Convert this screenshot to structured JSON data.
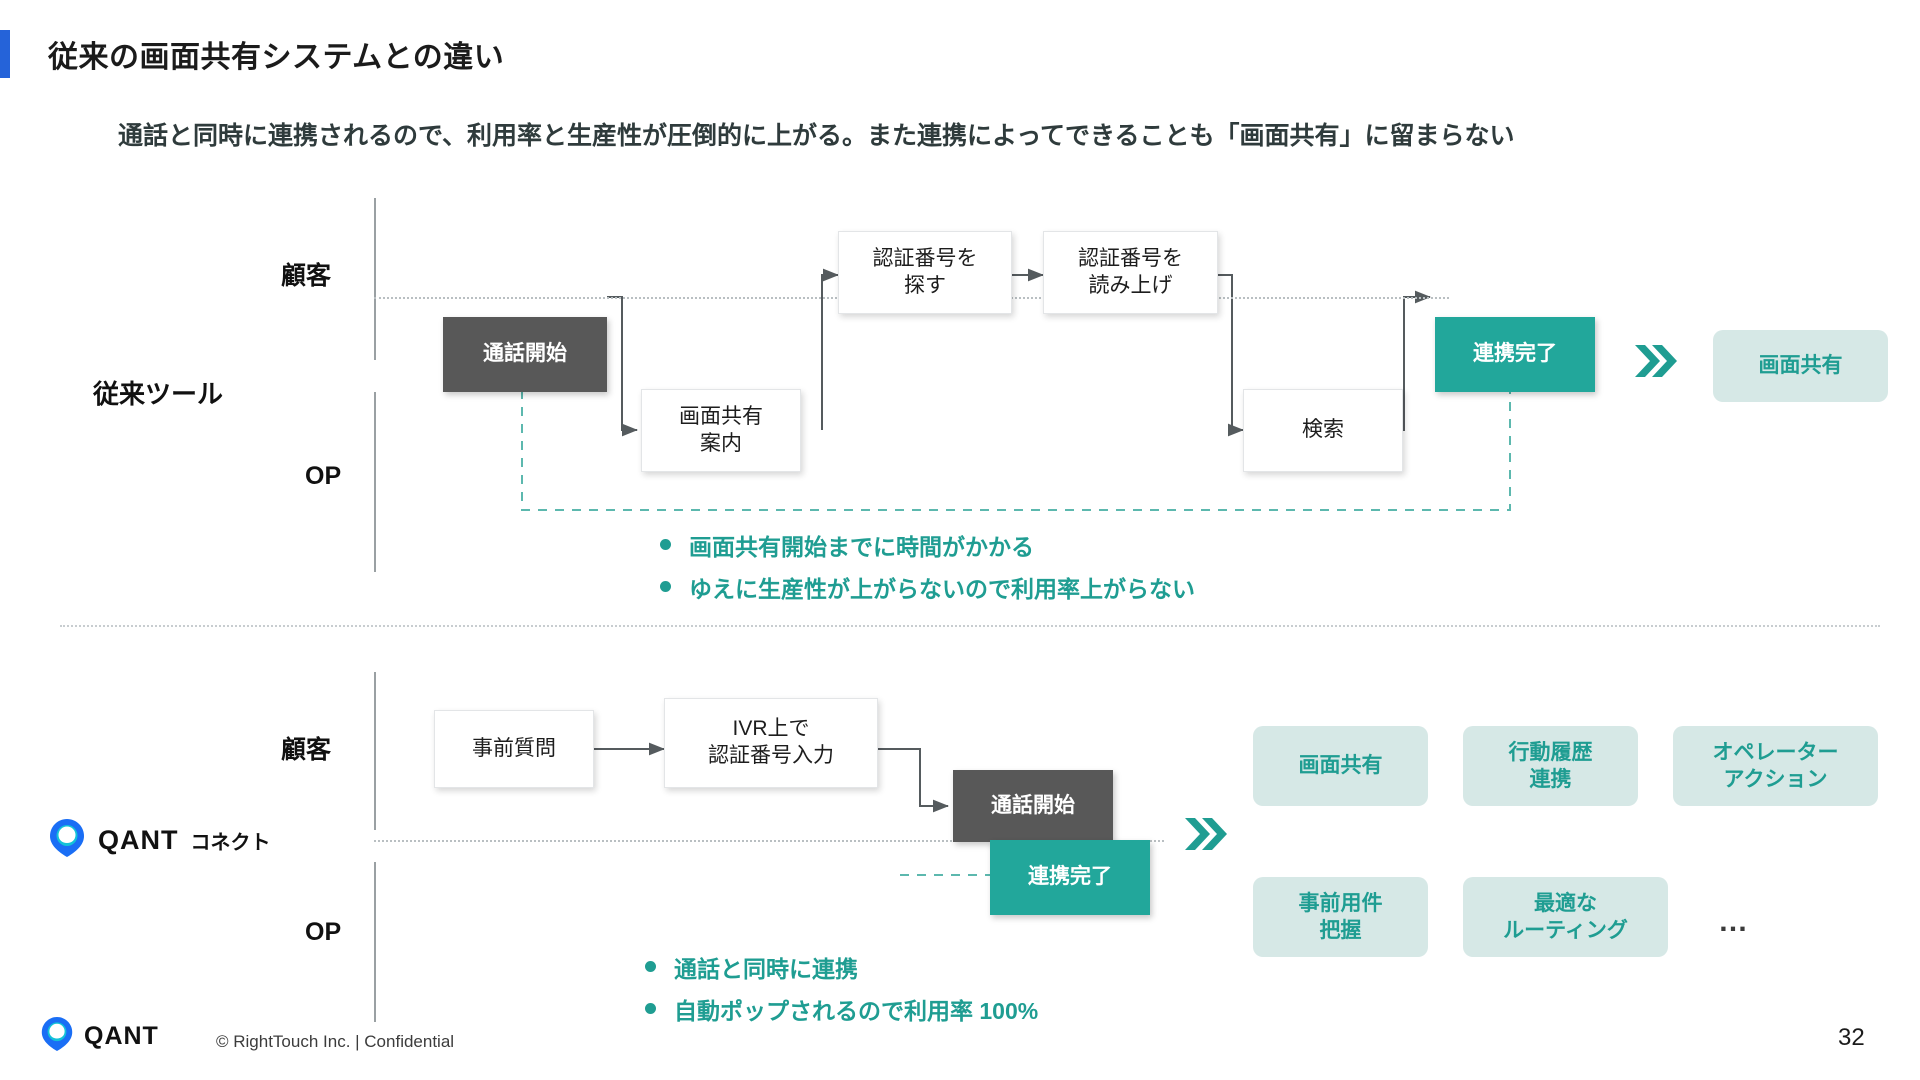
{
  "slide": {
    "title": "従来の画面共有システムとの違い",
    "subtitle": "通話と同時に連携されるので、利用率と生産性が圧倒的に上がる。また連携によってできることも「画面共有」に留まらない",
    "accent_blue": "#2563d9",
    "accent_teal": "#1f9d92",
    "dark_box": "#585858",
    "chip_bg": "#d6e8e6",
    "page_number": "32"
  },
  "section_legacy": {
    "side_label": "従来ツール",
    "lane_customer": "顧客",
    "lane_op": "OP",
    "boxes": {
      "call_start": "通話開始",
      "find_auth_number": "認証番号を\n探す",
      "read_auth_number": "認証番号を\n読み上げ",
      "screen_share_guide": "画面共有\n案内",
      "search": "検索",
      "link_complete": "連携完了"
    },
    "box_labels": {
      "call_start": "通話開始",
      "find_auth_number_line1": "認証番号を",
      "find_auth_number_line2": "探す",
      "read_auth_number_line1": "認証番号を",
      "read_auth_number_line2": "読み上げ",
      "screen_share_guide_line1": "画面共有",
      "screen_share_guide_line2": "案内",
      "search": "検索",
      "link_complete": "連携完了"
    },
    "result_chip": "画面共有",
    "bullets": [
      "画面共有開始までに時間がかかる",
      "ゆえに生産性が上がらないので利用率上がらない"
    ]
  },
  "section_qant": {
    "brand_word": "QANT",
    "brand_sub": "コネクト",
    "lane_customer": "顧客",
    "lane_op": "OP",
    "box_labels": {
      "pre_question": "事前質問",
      "ivr_input_line1": "IVR上で",
      "ivr_input_line2": "認証番号入力",
      "call_start": "通話開始",
      "link_complete": "連携完了"
    },
    "chips": [
      {
        "line1": "画面共有",
        "line2": ""
      },
      {
        "line1": "行動履歴",
        "line2": "連携"
      },
      {
        "line1": "オペレーター",
        "line2": "アクション"
      },
      {
        "line1": "事前用件",
        "line2": "把握"
      },
      {
        "line1": "最適な",
        "line2": "ルーティング"
      }
    ],
    "more_indicator": "…",
    "bullets": [
      "通話と同時に連携",
      "自動ポップされるので利用率 100%"
    ]
  },
  "footer": {
    "brand_word": "QANT",
    "copyright": "© RightTouch Inc.  |  Confidential"
  }
}
